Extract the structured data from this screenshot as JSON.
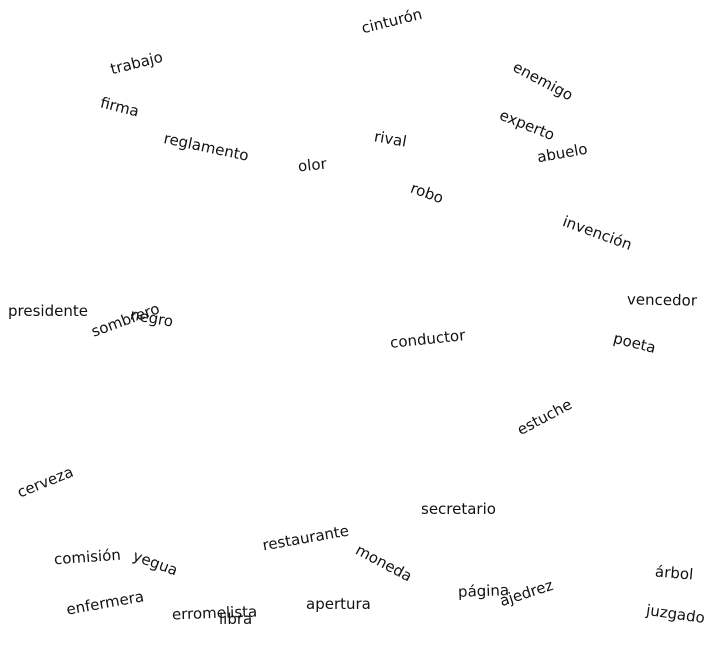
{
  "words": [
    {
      "key": "cinturon",
      "text": "cinturón"
    },
    {
      "key": "trabajo",
      "text": "trabajo"
    },
    {
      "key": "enemigo",
      "text": "enemigo"
    },
    {
      "key": "firma",
      "text": "firma"
    },
    {
      "key": "experto",
      "text": "experto"
    },
    {
      "key": "rival",
      "text": "rival"
    },
    {
      "key": "reglamento",
      "text": "reglamento"
    },
    {
      "key": "abuelo",
      "text": "abuelo"
    },
    {
      "key": "olor",
      "text": "olor"
    },
    {
      "key": "robo",
      "text": "robo"
    },
    {
      "key": "invencion",
      "text": "invención"
    },
    {
      "key": "vencedor",
      "text": "vencedor"
    },
    {
      "key": "presidente",
      "text": "presidente"
    },
    {
      "key": "sombrero",
      "text": "sombrero"
    },
    {
      "key": "negro",
      "text": "negro"
    },
    {
      "key": "conductor",
      "text": "conductor"
    },
    {
      "key": "poeta",
      "text": "poeta"
    },
    {
      "key": "estuche",
      "text": "estuche"
    },
    {
      "key": "cerveza",
      "text": "cerveza"
    },
    {
      "key": "secretario",
      "text": "secretario"
    },
    {
      "key": "restaurante",
      "text": "restaurante"
    },
    {
      "key": "comision",
      "text": "comisión"
    },
    {
      "key": "yegua",
      "text": "yegua"
    },
    {
      "key": "moneda",
      "text": "moneda"
    },
    {
      "key": "arbol",
      "text": "árbol"
    },
    {
      "key": "enfermera",
      "text": "enfermera"
    },
    {
      "key": "pagina",
      "text": "página"
    },
    {
      "key": "ajedrez",
      "text": "ajedrez"
    },
    {
      "key": "apertura",
      "text": "apertura"
    },
    {
      "key": "juzgado",
      "text": "juzgado"
    },
    {
      "key": "erromelista",
      "text": "erromelista"
    },
    {
      "key": "libra",
      "text": "libra"
    }
  ]
}
